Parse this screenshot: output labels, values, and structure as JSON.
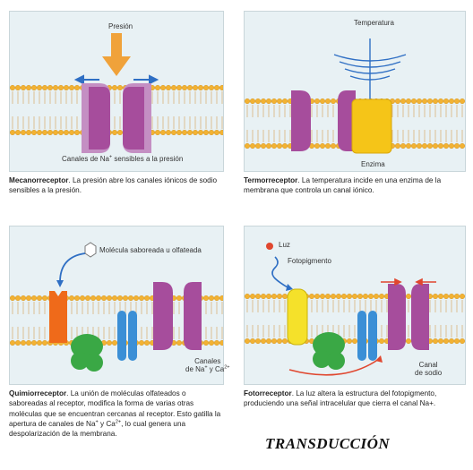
{
  "panels": {
    "mecano": {
      "force_label": "Presión",
      "channel_label_pre": "Canales de Na",
      "channel_label_sup": "+",
      "channel_label_post": " sensibles a la presión",
      "caption_title": "Mecanorreceptor",
      "caption_text": ". La presión abre los canales iónicos de sodio sensibles a la presión."
    },
    "termo": {
      "temp_label": "Temperatura",
      "enzyme_label": "Enzima",
      "caption_title": "Termorreceptor",
      "caption_text": ". La temperatura incide en una enzima de la membrana que controla un canal iónico."
    },
    "quimio": {
      "molecule_label": "Molécula saboreada u olfateada",
      "channel_label_line1": "Canales",
      "channel_label_pre": "de Na",
      "channel_label_sup1": "+",
      "channel_label_mid": " y Ca",
      "channel_label_sup2": "2+",
      "caption_title": "Quimiorreceptor",
      "caption_text_1": ". La unión de moléculas olfateados o saboreadas al receptor, modifica la forma de varias otras moléculas que se encuentran cercanas al receptor. Esto gatilla la apertura de canales de Na",
      "caption_sup1": "+",
      "caption_text_2": " y Ca",
      "caption_sup2": "2+",
      "caption_text_3": ", lo cual genera  una despolarización de la membrana."
    },
    "foto": {
      "light_label": "Luz",
      "pigment_label": "Fotopigmento",
      "channel_label_line1": "Canal",
      "channel_label_line2": "de sodio",
      "caption_title": "Fotorreceptor",
      "caption_text": ". La luz altera la estructura del fotopigmento, produciendo una señal intracelular que cierra el canal Na+."
    }
  },
  "footer_title": "TRANSDUCCIÓN",
  "colors": {
    "panel_bg": "#e8f1f4",
    "lipid_head": "#f2b233",
    "channel_purple": "#a64d9c",
    "enzyme_yellow": "#f5c518",
    "receptor_orange": "#ef6a1a",
    "protein_green": "#3aa845",
    "protein_blue": "#3b8fd6",
    "arrow_blue": "#2f6fc4",
    "arrow_red": "#e0472f"
  }
}
